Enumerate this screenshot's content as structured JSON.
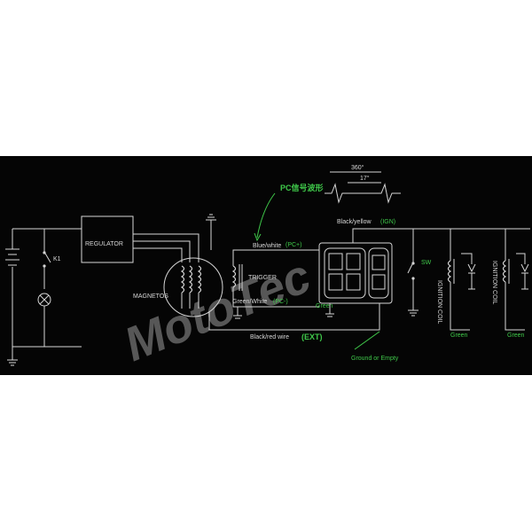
{
  "labels": {
    "regulator": "REGULATOR",
    "k1": "K1",
    "magnetos": "MAGNETOS",
    "trigger": "TRIGGER",
    "pc_signal": "PC信号波形",
    "deg360": "360°",
    "deg17": "17°",
    "black_yellow": "Black/yellow",
    "ign": "(IGN)",
    "blue_white": "Blue/white",
    "pc_plus": "(PC+)",
    "green_white": "Green/White",
    "pc_minus": "(PC-)",
    "green_cdi": "Green",
    "black_red": "Black/red wire",
    "ext": "(EXT)",
    "ground": "Ground or Empty",
    "sw": "SW",
    "ignition_coil_1": "IGNITION COIL",
    "ignition_coil_2": "IGNITION COIL",
    "green_coil_1": "Green",
    "green_coil_2": "Green"
  },
  "watermark": "MotoTec",
  "colors": {
    "background": "#050505",
    "wire": "#d6d6d6",
    "annotation": "#3fc94a"
  }
}
